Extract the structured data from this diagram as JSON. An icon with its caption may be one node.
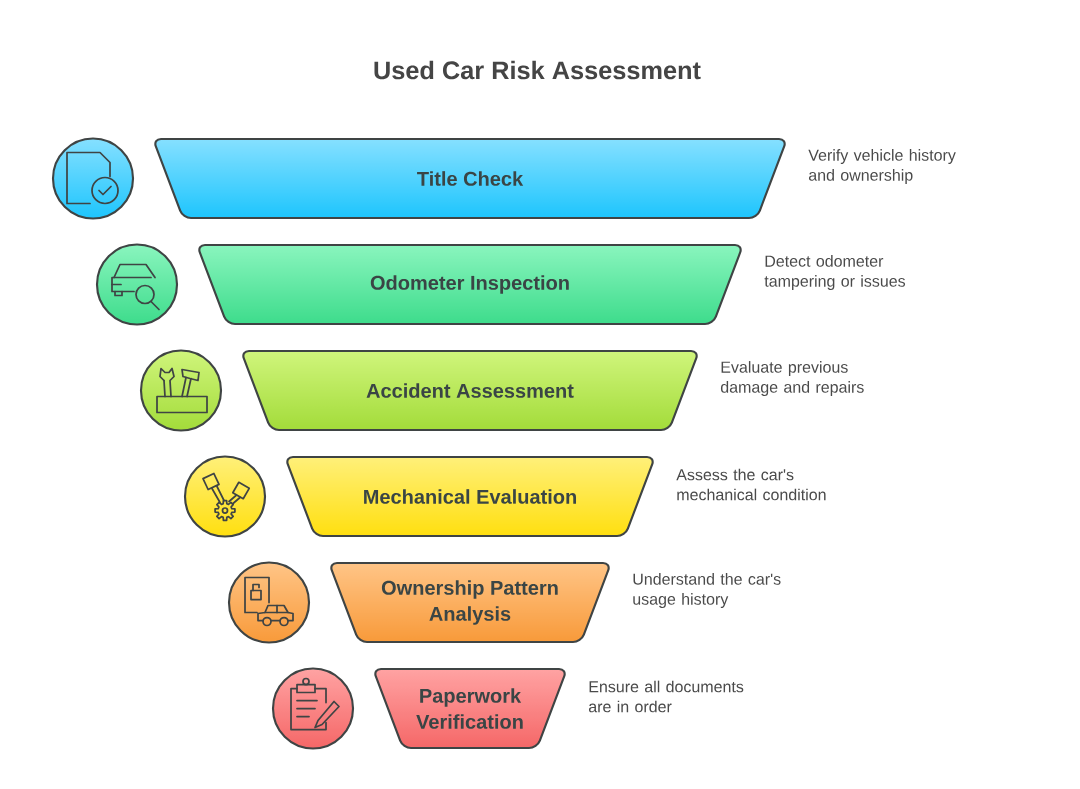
{
  "diagram": {
    "title": "Used Car Risk Assessment",
    "nodes": [
      {
        "text": [
          "Title Check"
        ],
        "beside": [
          "Verify vehicle history and ownership"
        ]
      },
      {
        "text": [
          "Odometer Inspection"
        ],
        "beside": [
          "Detect odometer tampering or issues"
        ]
      },
      {
        "text": [
          "Accident Assessment"
        ],
        "beside": [
          "Evaluate previous damage and repairs"
        ]
      },
      {
        "text": [
          "Mechanical Evaluation"
        ],
        "beside": [
          "Assess the car's mechanical condition"
        ]
      },
      {
        "text": [
          "Ownership Pattern Analysis"
        ],
        "beside": [
          "Understand the car's usage history"
        ]
      },
      {
        "text": [
          "Paperwork Verification"
        ],
        "beside": [
          "Ensure all documents are in order"
        ]
      }
    ]
  }
}
